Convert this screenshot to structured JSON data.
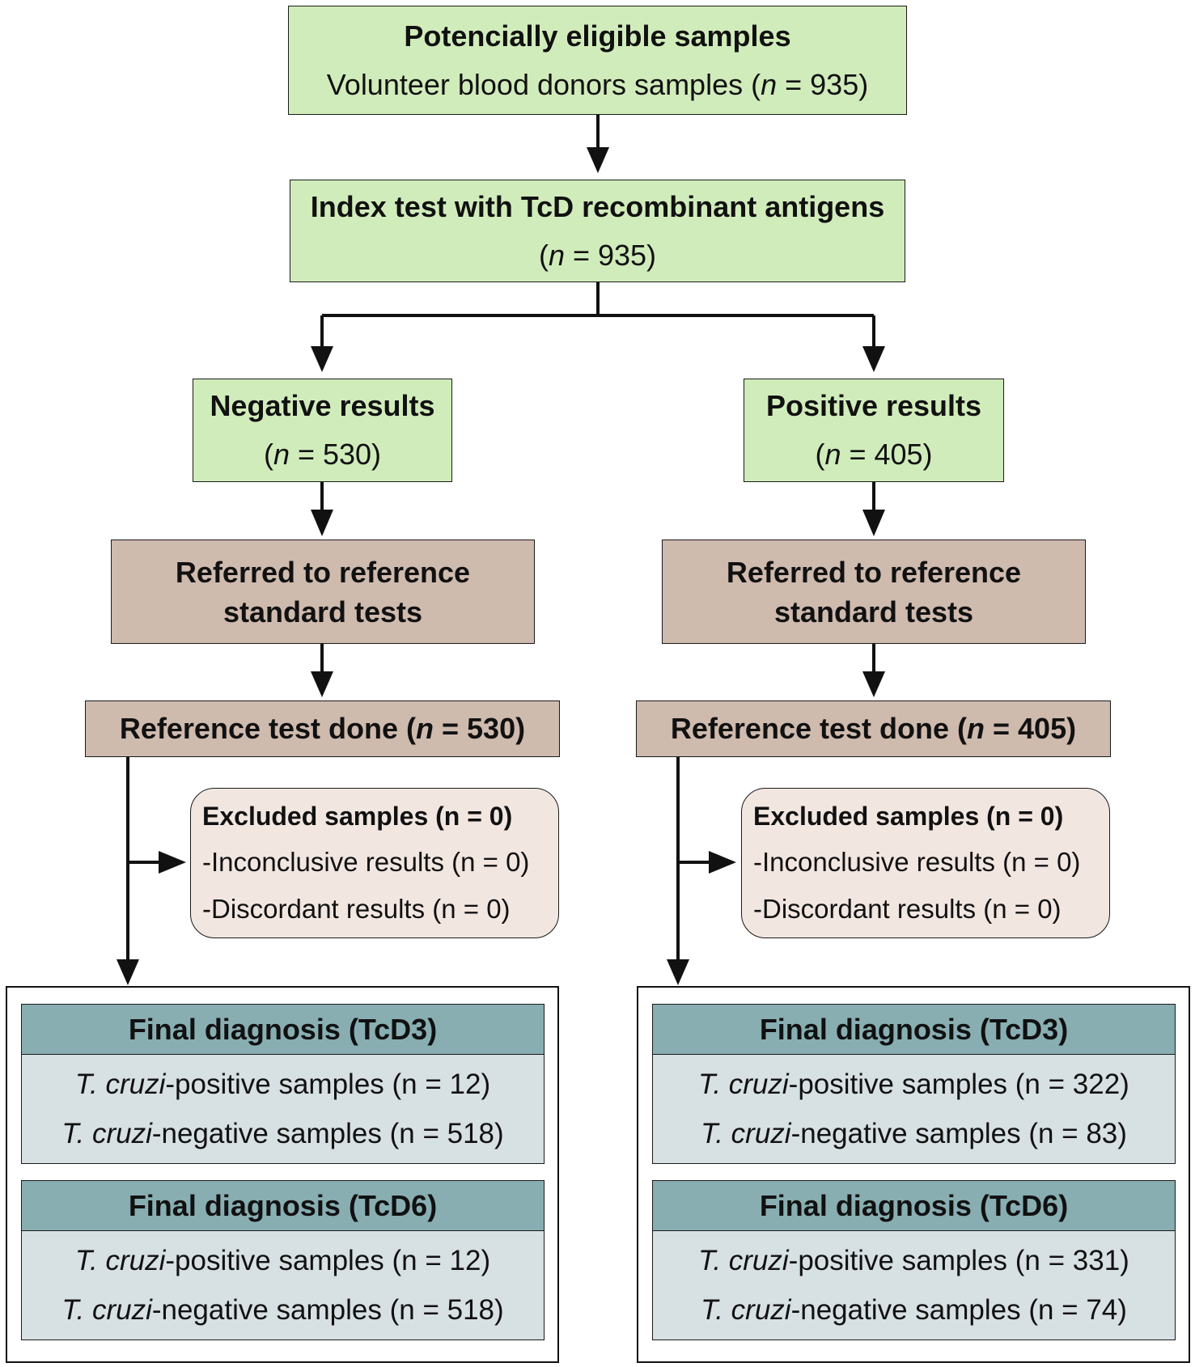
{
  "potential": {
    "title": "Potencially eligible samples",
    "line_pre": "Volunteer blood donors samples (",
    "n_label": "n",
    "line_post": " = 935)"
  },
  "index": {
    "title": "Index test with TcD recombinant antigens",
    "open": "(",
    "n_label": "n",
    "close": " = 935)"
  },
  "negative": {
    "title": "Negative results",
    "open": "(",
    "n_label": "n",
    "close": " = 530)"
  },
  "positive": {
    "title": "Positive results",
    "open": "(",
    "n_label": "n",
    "close": " = 405)"
  },
  "referred": {
    "line1": "Referred to reference",
    "line2": "standard tests"
  },
  "ref_done_left": {
    "pre": "Reference test done (",
    "n_label": "n",
    "post": " = 530)"
  },
  "ref_done_right": {
    "pre": "Reference test done (",
    "n_label": "n",
    "post": " = 405)"
  },
  "excluded": {
    "title": "Excluded samples (n = 0)",
    "inconclusive": "-Inconclusive results (n = 0)",
    "discordant": "-Discordant results (n = 0)"
  },
  "species": "T. cruzi",
  "left": {
    "tcd3": {
      "header": "Final diagnosis (TcD3)",
      "pos": "-positive samples (n = 12)",
      "neg": "-negative samples (n = 518)"
    },
    "tcd6": {
      "header": "Final diagnosis (TcD6)",
      "pos": "-positive samples (n = 12)",
      "neg": "-negative samples (n = 518)"
    }
  },
  "right": {
    "tcd3": {
      "header": "Final diagnosis (TcD3)",
      "pos": "-positive samples (n = 322)",
      "neg": "-negative samples (n = 83)"
    },
    "tcd6": {
      "header": "Final diagnosis (TcD6)",
      "pos": "-positive samples (n = 331)",
      "neg": "-negative samples (n = 74)"
    }
  }
}
